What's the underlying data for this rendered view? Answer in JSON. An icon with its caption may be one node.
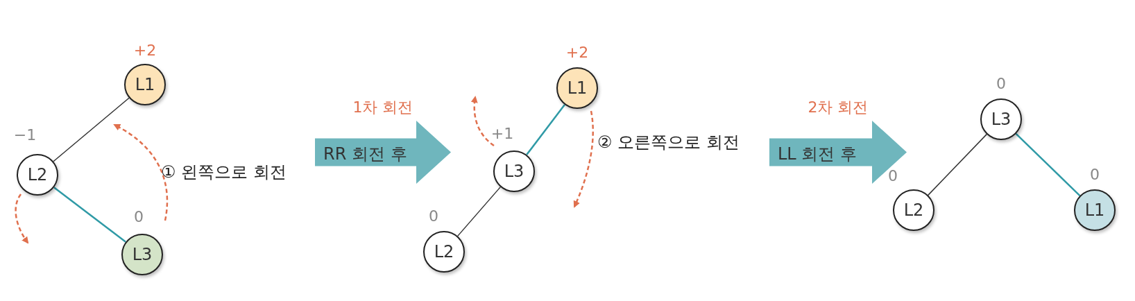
{
  "diagram": {
    "nodes": [
      {
        "text": [
          "L1"
        ],
        "beside": [
          "+2"
        ]
      },
      {
        "text": [
          "L2"
        ],
        "beside": [
          "−1"
        ]
      },
      {
        "text": [
          "L3"
        ],
        "beside": [
          "0"
        ]
      },
      {
        "text": [
          "1차 회전",
          "RR 회전 후"
        ]
      },
      {
        "text": [
          "L1"
        ],
        "beside": [
          "+2"
        ]
      },
      {
        "text": [
          "L3"
        ],
        "beside": [
          "+1"
        ]
      },
      {
        "text": [
          "L2"
        ],
        "beside": [
          "0"
        ]
      },
      {
        "text": [
          "2차 회전",
          "LL 회전 후"
        ]
      },
      {
        "text": [
          "L3"
        ],
        "beside": [
          "0"
        ]
      },
      {
        "text": [
          "L2"
        ],
        "beside": [
          "0"
        ]
      },
      {
        "text": [
          "L1"
        ],
        "beside": [
          "0"
        ]
      }
    ],
    "edges": [
      {
        "from": 0,
        "to": 1,
        "arrow": "none"
      },
      {
        "from": 1,
        "to": 2,
        "arrow": "none",
        "color": "#2f9aa6"
      },
      {
        "from": 4,
        "to": 5,
        "arrow": "none",
        "color": "#2f9aa6"
      },
      {
        "from": 5,
        "to": 6,
        "arrow": "none"
      },
      {
        "from": 8,
        "to": 9,
        "arrow": "none"
      },
      {
        "from": 8,
        "to": 10,
        "arrow": "none",
        "color": "#2f9aa6"
      }
    ],
    "labels": [
      "① 왼쪽으로 회전",
      "② 오른쪽으로 회전"
    ]
  }
}
